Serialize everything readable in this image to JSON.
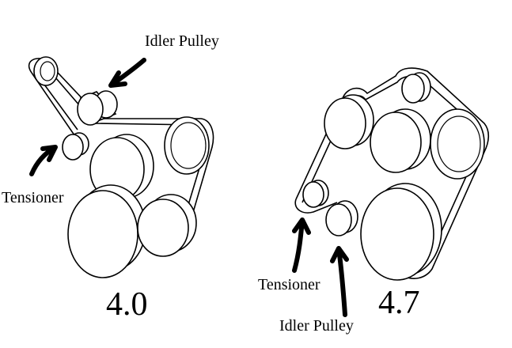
{
  "diagrams": [
    {
      "engine": "4.0",
      "labels": {
        "idler": "Idler Pulley",
        "tensioner": "Tensioner"
      }
    },
    {
      "engine": "4.7",
      "labels": {
        "idler": "Idler Pulley",
        "tensioner": "Tensioner"
      }
    }
  ]
}
